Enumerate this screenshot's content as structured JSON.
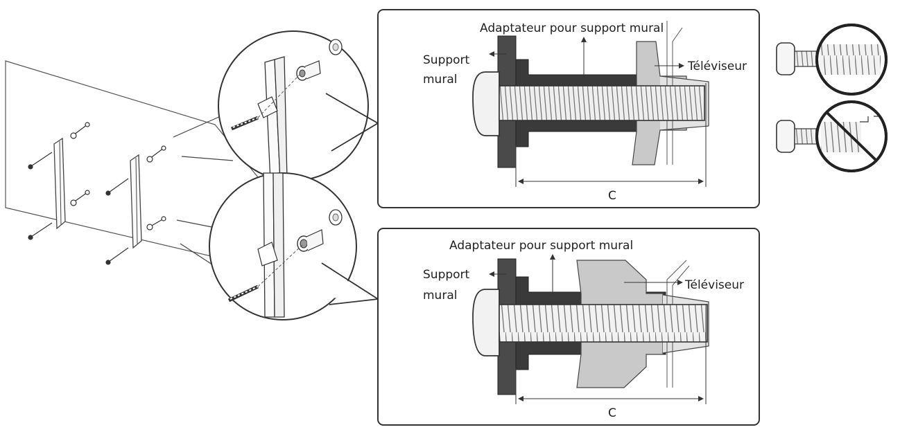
{
  "top_panel": {
    "adapter_label": "Adaptateur pour support mural",
    "wall_label_line1": "Support",
    "wall_label_line2": "mural",
    "tv_label": "Téléviseur",
    "dimension_label": "C"
  },
  "bottom_panel": {
    "adapter_label": "Adaptateur pour support mural",
    "wall_label_line1": "Support",
    "wall_label_line2": "mural",
    "tv_label": "Téléviseur",
    "dimension_label": "C"
  },
  "colors": {
    "wall": "#4a4a4a",
    "adapter": "#3a3a3a",
    "tv_body": "#c8c8c8",
    "screw": "#e6e6e6",
    "line": "#333333"
  }
}
